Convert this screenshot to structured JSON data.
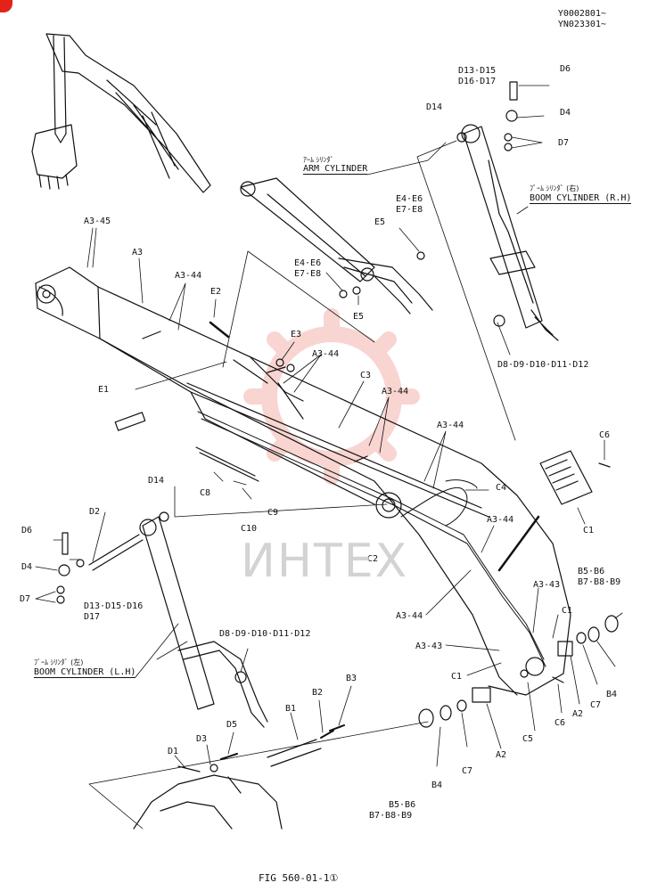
{
  "serial": {
    "line1": "Y0002801~",
    "line2": "YN023301~"
  },
  "figure_ref": "FIG 560-01-1①",
  "watermark": "ИНТЕХ",
  "titles": {
    "arm_cyl_jp": "ｱｰﾑ ｼﾘﾝﾀﾞ",
    "arm_cyl_en": "ARM CYLINDER",
    "boom_rh_jp": "ﾌﾞｰﾑ ｼﾘﾝﾀﾞ (右)",
    "boom_rh_en": "BOOM CYLINDER (R.H)",
    "boom_lh_jp": "ﾌﾞｰﾑ ｼﾘﾝﾀﾞ (左)",
    "boom_lh_en": "BOOM CYLINDER (L.H)"
  },
  "labels": {
    "d13_d15_top": "D13·D15",
    "d16_d17_top": "D16·D17",
    "d6_top": "D6",
    "d4_top": "D4",
    "d7_top": "D7",
    "d14_top": "D14",
    "e4e6_a": "E4·E6",
    "e7e8_a": "E7·E8",
    "e5_a": "E5",
    "e4e6_b": "E4·E6",
    "e7e8_b": "E7·E8",
    "e5_b": "E5",
    "a3_45": "A3-45",
    "a3": "A3",
    "a3_44_a": "A3-44",
    "e2": "E2",
    "e3": "E3",
    "a3_44_b": "A3-44",
    "c3": "C3",
    "a3_44_c": "A3-44",
    "a3_44_d": "A3-44",
    "e1": "E1",
    "d8_d12_top": "D8·D9·D10·D11·D12",
    "c6_top": "C6",
    "c1_top": "C1",
    "c4": "C4",
    "a3_44_e": "A3-44",
    "c8": "C8",
    "c9": "C9",
    "c10": "C10",
    "c2": "C2",
    "d14_mid": "D14",
    "d2": "D2",
    "d6_left": "D6",
    "d4_left": "D4",
    "d7_left": "D7",
    "d13_d16_left": "D13·D15·D16",
    "d17_left": "D17",
    "a3_43_a": "A3-43",
    "a3_44_f": "A3-44",
    "b5b6_r": "B5·B6",
    "b7b9_r": "B7·B8·B9",
    "c1_mid": "C1",
    "a3_43_b": "A3-43",
    "c1_low": "C1",
    "d8_d12_left": "D8·D9·D10·D11·D12",
    "b3": "B3",
    "b2": "B2",
    "b1": "B1",
    "d5": "D5",
    "d3": "D3",
    "d1": "D1",
    "b4_r": "B4",
    "c7_r": "C7",
    "a2_r": "A2",
    "c6_low": "C6",
    "c5": "C5",
    "a2_low": "A2",
    "c7_low": "C7",
    "b4_low": "B4",
    "b5b6_low": "B5·B6",
    "b7b9_low": "B7·B8·B9"
  }
}
